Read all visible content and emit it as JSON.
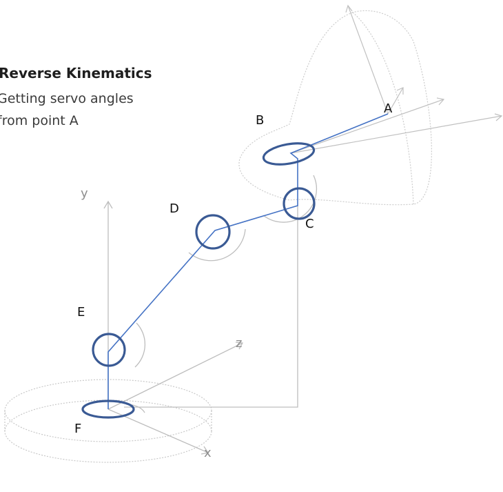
{
  "title": "Reverse Kinematics",
  "subtitle_lines": [
    "Getting servo angles",
    "from point A"
  ],
  "points": {
    "A": "A",
    "B": "B",
    "C": "C",
    "D": "D",
    "E": "E",
    "F": "F"
  },
  "axes": {
    "x": "x",
    "y": "y",
    "z": "z"
  },
  "colors": {
    "arm": "#4472c4",
    "joint": "#3a5a94",
    "guide": "#bdbdbd",
    "dotted": "#c8c8c8"
  }
}
